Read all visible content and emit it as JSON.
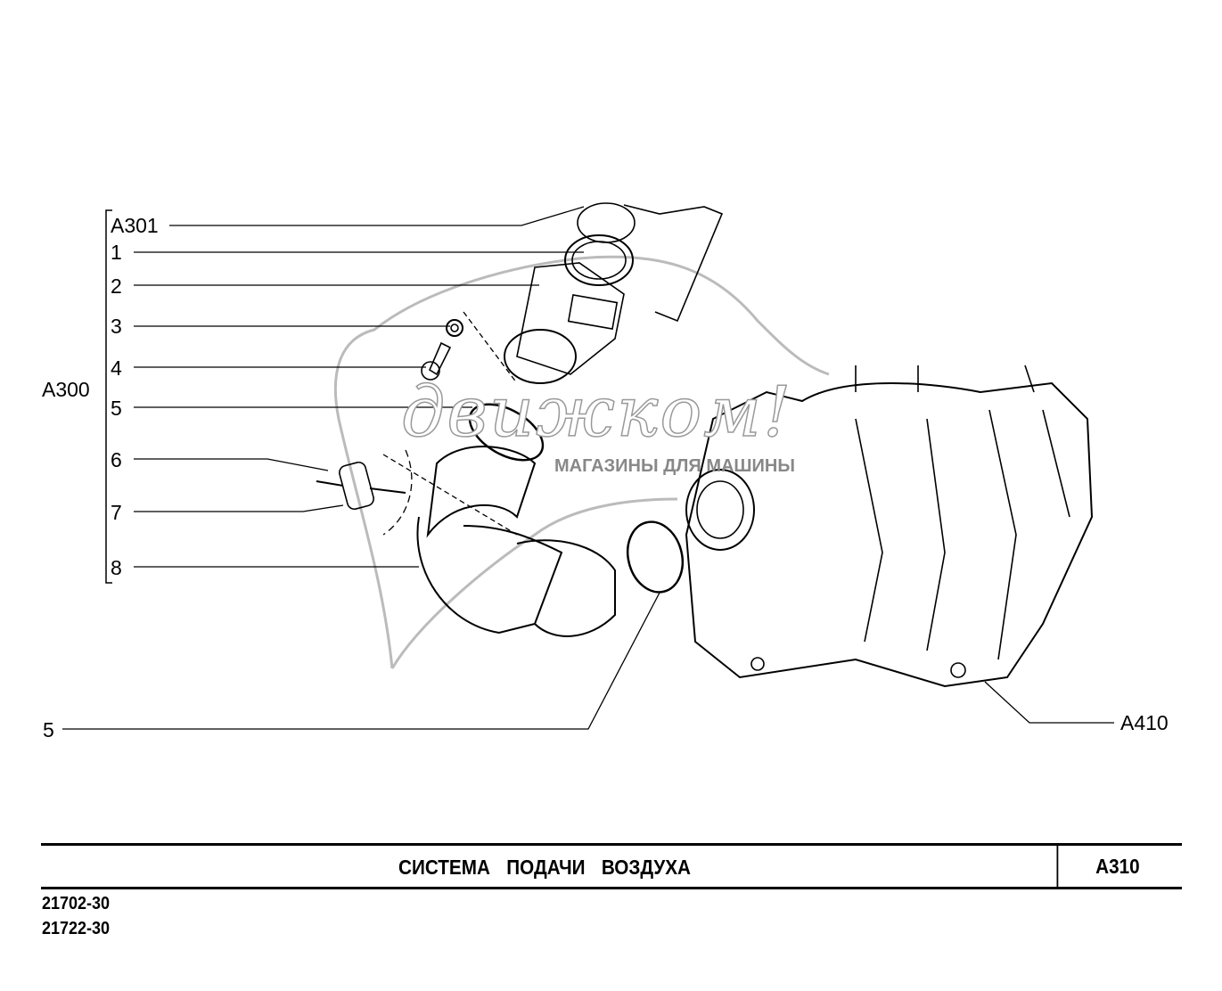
{
  "callouts": {
    "a301": "A301",
    "n1": "1",
    "n2": "2",
    "n3": "3",
    "n4": "4",
    "a300": "A300",
    "n5": "5",
    "n6": "6",
    "n7": "7",
    "n8": "8",
    "n5b": "5",
    "a410": "A410"
  },
  "title_block": {
    "title": "СИСТЕМА ПОДАЧИ ВОЗДУХА",
    "code": "A310"
  },
  "models": [
    "21702-30",
    "21722-30"
  ],
  "watermark": {
    "brand": "движком!",
    "tagline": "МАГАЗИНЫ ДЛЯ МАШИНЫ"
  }
}
